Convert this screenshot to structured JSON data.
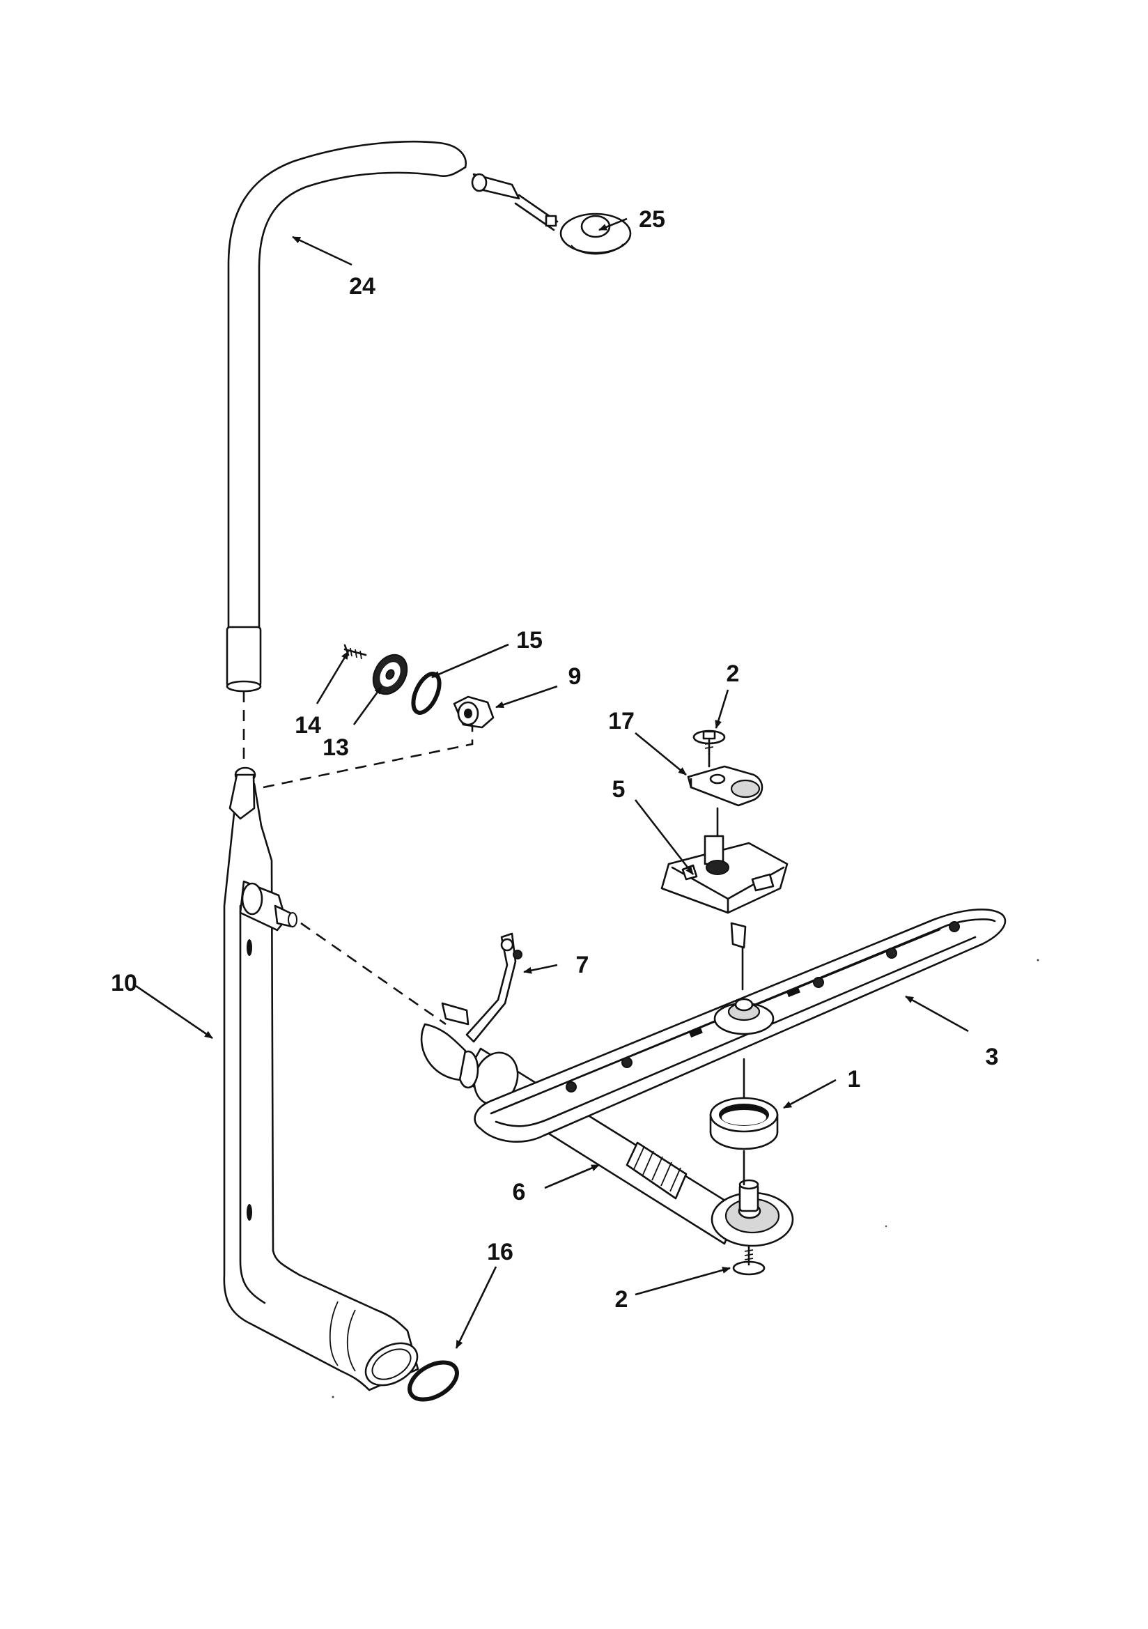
{
  "callouts": [
    {
      "id": "1",
      "text": "1"
    },
    {
      "id": "2a",
      "text": "2"
    },
    {
      "id": "2b",
      "text": "2"
    },
    {
      "id": "3",
      "text": "3"
    },
    {
      "id": "5",
      "text": "5"
    },
    {
      "id": "6",
      "text": "6"
    },
    {
      "id": "7",
      "text": "7"
    },
    {
      "id": "9",
      "text": "9"
    },
    {
      "id": "10",
      "text": "10"
    },
    {
      "id": "13",
      "text": "13"
    },
    {
      "id": "14",
      "text": "14"
    },
    {
      "id": "15",
      "text": "15"
    },
    {
      "id": "16",
      "text": "16"
    },
    {
      "id": "17",
      "text": "17"
    },
    {
      "id": "24",
      "text": "24"
    },
    {
      "id": "25",
      "text": "25"
    }
  ]
}
